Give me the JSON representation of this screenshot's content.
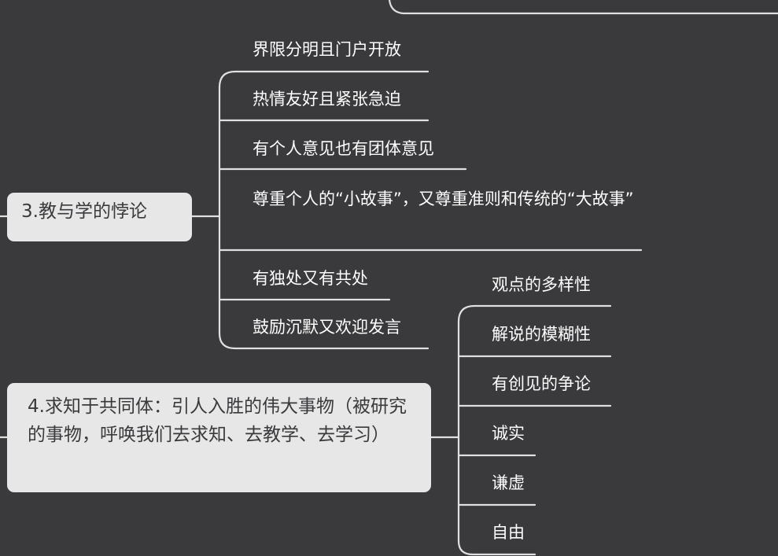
{
  "node3": {
    "label": "3.教与学的悖论",
    "children": [
      "界限分明且门户开放",
      "热情友好且紧张急迫",
      "有个人意见也有团体意见",
      "尊重个人的“小故事”，又尊重准则和传统的“大故事”",
      "有独处又有共处",
      "鼓励沉默又欢迎发言"
    ]
  },
  "node4": {
    "label": "4.求知于共同体：引人入胜的伟大事物（被研究的事物，呼唤我们去求知、去教学、去学习）",
    "children": [
      "观点的多样性",
      "解说的模糊性",
      "有创见的争论",
      "诚实",
      "谦虚",
      "自由"
    ]
  },
  "colors": {
    "background": "#3a3a3c",
    "node_fill": "#e7e7e8",
    "line": "#e7e7e8",
    "text": "#ffffff"
  }
}
